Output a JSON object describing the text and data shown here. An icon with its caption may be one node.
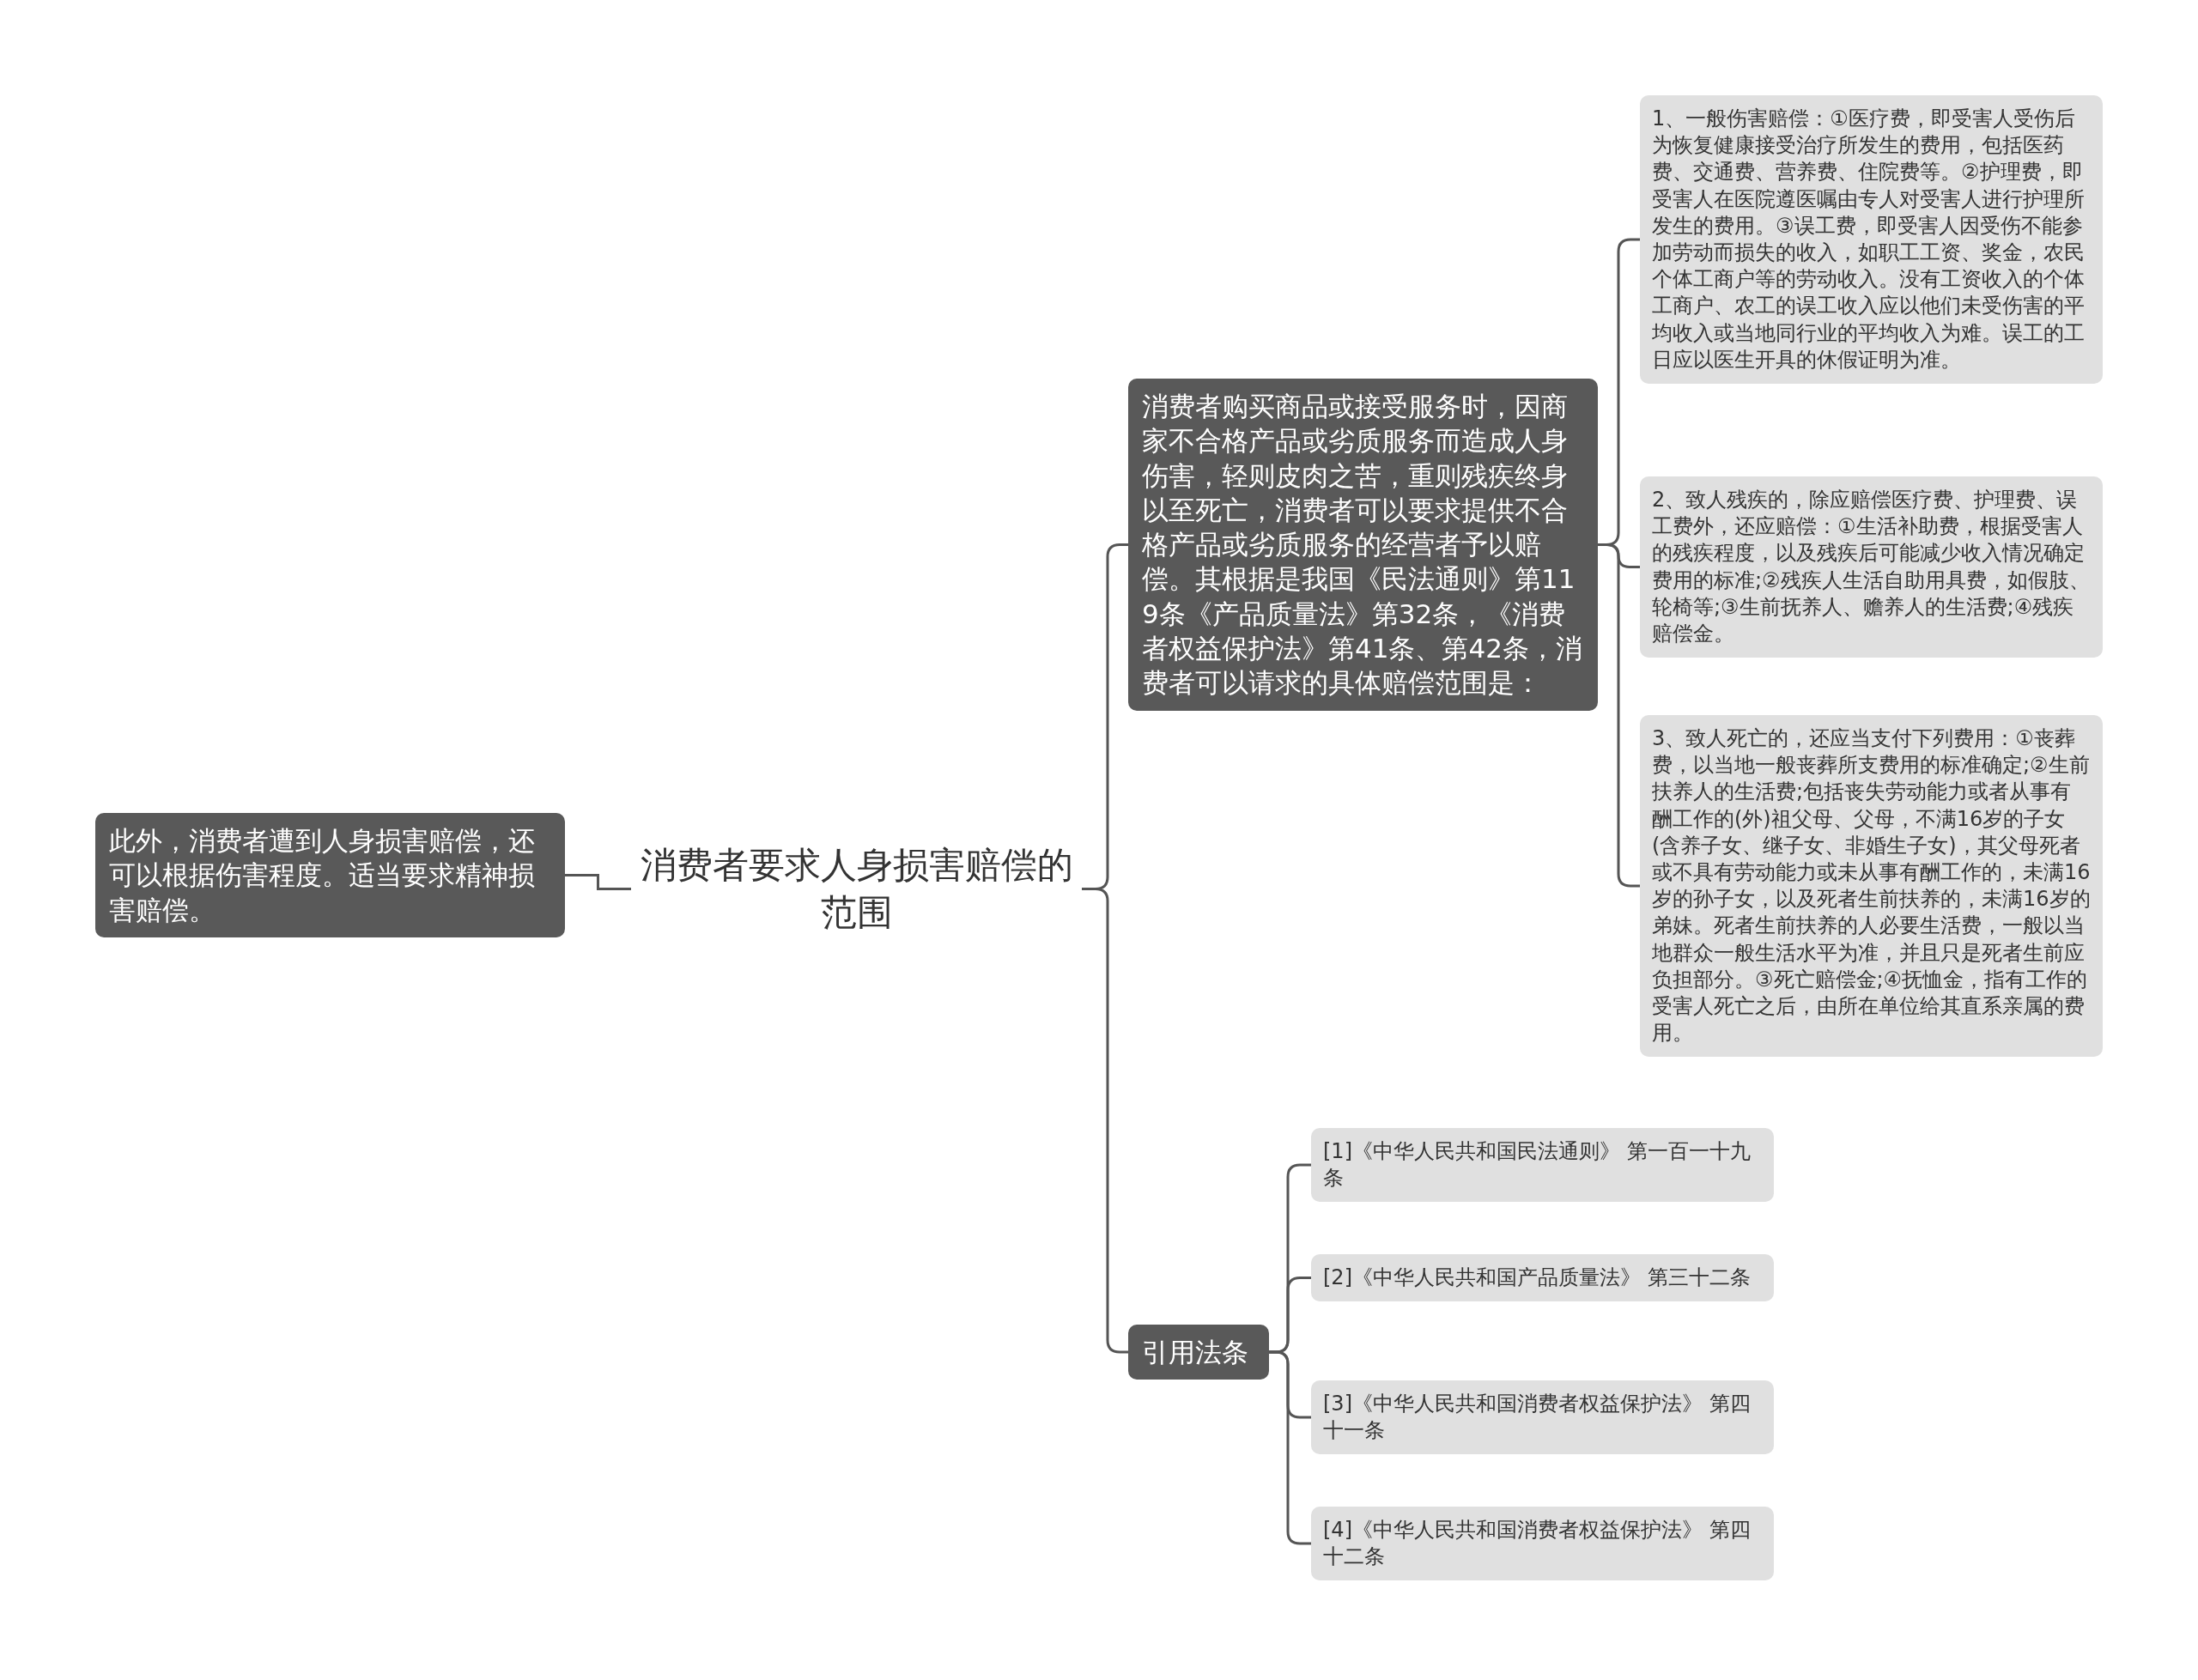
{
  "diagram": {
    "nodes": [
      {
        "text": [
          "消费者要求人身损害赔偿的范围"
        ]
      },
      {
        "text": [
          "此外，消费者遭到人身损害赔偿，还可以根据伤害程度。适当要求精神损害赔偿。"
        ]
      },
      {
        "text": [
          "消费者购买商品或接受服务时，因商家不合格产品或劣质服务而造成人身伤害，轻则皮肉之苦，重则残疾终身以至死亡，消费者可以要求提供不合格产品或劣质服务的经营者予以赔偿。其根据是我国《民法通则》第119条《产品质量法》第32条，《消费者权益保护法》第41条、第42条，消费者可以请求的具体赔偿范围是："
        ]
      },
      {
        "text": [
          "1、一般伤害赔偿：①医疗费，即受害人受伤后为恢复健康接受治疗所发生的费用，包括医药费、交通费、营养费、住院费等。②护理费，即受害人在医院遵医嘱由专人对受害人进行护理所发生的费用。③误工费，即受害人因受伤不能参加劳动而损失的收入，如职工工资、奖金，农民个体工商户等的劳动收入。没有工资收入的个体工商户、农工的误工收入应以他们未受伤害的平均收入或当地同行业的平均收入为难。误工的工日应以医生开具的休假证明为准。"
        ]
      },
      {
        "text": [
          "2、致人残疾的，除应赔偿医疗费、护理费、误工费外，还应赔偿：①生活补助费，根据受害人的残疾程度，以及残疾后可能减少收入情况确定费用的标准;②残疾人生活自助用具费，如假肢、轮椅等;③生前抚养人、赡养人的生活费;④残疾赔偿金。"
        ]
      },
      {
        "text": [
          "3、致人死亡的，还应当支付下列费用：①丧葬费，以当地一般丧葬所支费用的标准确定;②生前扶养人的生活费;包括丧失劳动能力或者从事有酬工作的(外)祖父母、父母，不满16岁的子女(含养子女、继子女、非婚生子女)，其父母死者或不具有劳动能力或未从事有酬工作的，未满16岁的孙子女，以及死者生前扶养的，未满16岁的弟妹。死者生前扶养的人必要生活费，一般以当地群众一般生活水平为准，并且只是死者生前应负担部分。③死亡赔偿金;④抚恤金，指有工作的受害人死亡之后，由所在单位给其直系亲属的费用。"
        ]
      },
      {
        "text": [
          "引用法条"
        ]
      },
      {
        "text": [
          "[1]《中华人民共和国民法通则》 第一百一十九条"
        ]
      },
      {
        "text": [
          "[2]《中华人民共和国产品质量法》 第三十二条"
        ]
      },
      {
        "text": [
          "[3]《中华人民共和国消费者权益保护法》 第四十一条"
        ]
      },
      {
        "text": [
          "[4]《中华人民共和国消费者权益保护法》 第四十二条"
        ]
      }
    ],
    "edges": [
      {
        "from": 0,
        "to": 1,
        "arrow": "none"
      },
      {
        "from": 0,
        "to": 2,
        "arrow": "none"
      },
      {
        "from": 0,
        "to": 6,
        "arrow": "none"
      },
      {
        "from": 2,
        "to": 3,
        "arrow": "none"
      },
      {
        "from": 2,
        "to": 4,
        "arrow": "none"
      },
      {
        "from": 2,
        "to": 5,
        "arrow": "none"
      },
      {
        "from": 6,
        "to": 7,
        "arrow": "none"
      },
      {
        "from": 6,
        "to": 8,
        "arrow": "none"
      },
      {
        "from": 6,
        "to": 9,
        "arrow": "none"
      },
      {
        "from": 6,
        "to": 10,
        "arrow": "none"
      }
    ]
  }
}
